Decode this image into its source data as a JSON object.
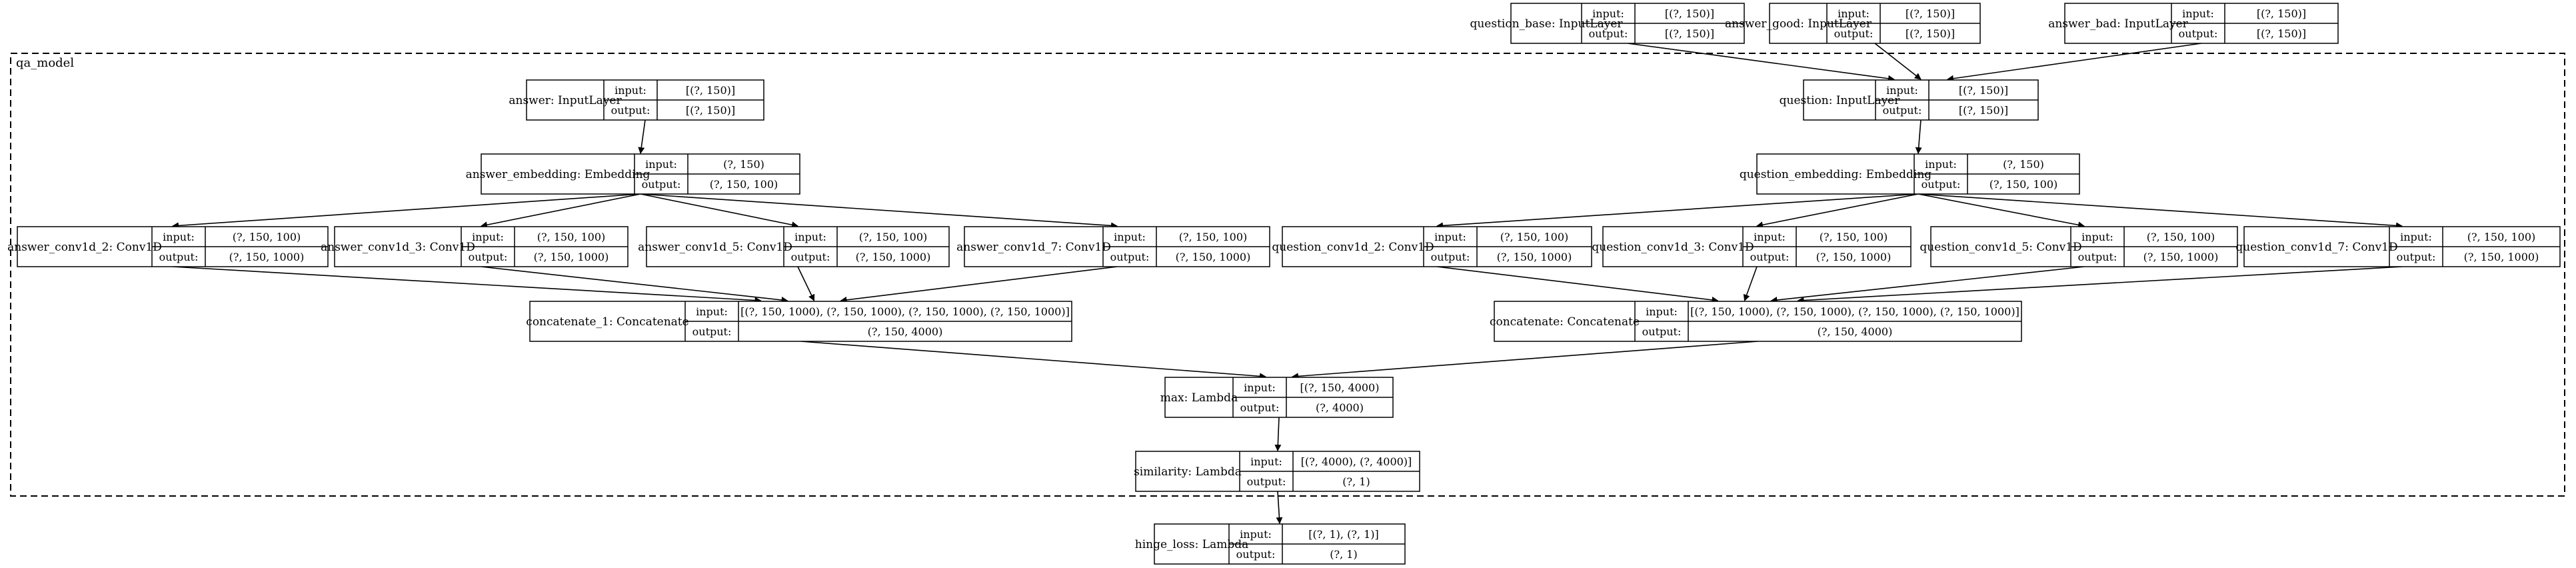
{
  "cluster": {
    "label": "qa_model"
  },
  "labels": {
    "input": "input:",
    "output": "output:"
  },
  "nodes": [
    {
      "id": "question_base",
      "name": "question_base: InputLayer",
      "input": "[(?, 150)]",
      "output": "[(?, 150)]"
    },
    {
      "id": "answer_good",
      "name": "answer_good: InputLayer",
      "input": "[(?, 150)]",
      "output": "[(?, 150)]"
    },
    {
      "id": "answer_bad",
      "name": "answer_bad: InputLayer",
      "input": "[(?, 150)]",
      "output": "[(?, 150)]"
    },
    {
      "id": "answer",
      "name": "answer: InputLayer",
      "input": "[(?, 150)]",
      "output": "[(?, 150)]"
    },
    {
      "id": "question",
      "name": "question: InputLayer",
      "input": "[(?, 150)]",
      "output": "[(?, 150)]"
    },
    {
      "id": "answer_embedding",
      "name": "answer_embedding: Embedding",
      "input": "(?, 150)",
      "output": "(?, 150, 100)"
    },
    {
      "id": "question_embedding",
      "name": "question_embedding: Embedding",
      "input": "(?, 150)",
      "output": "(?, 150, 100)"
    },
    {
      "id": "answer_conv1d_2",
      "name": "answer_conv1d_2: Conv1D",
      "input": "(?, 150, 100)",
      "output": "(?, 150, 1000)"
    },
    {
      "id": "answer_conv1d_3",
      "name": "answer_conv1d_3: Conv1D",
      "input": "(?, 150, 100)",
      "output": "(?, 150, 1000)"
    },
    {
      "id": "answer_conv1d_5",
      "name": "answer_conv1d_5: Conv1D",
      "input": "(?, 150, 100)",
      "output": "(?, 150, 1000)"
    },
    {
      "id": "answer_conv1d_7",
      "name": "answer_conv1d_7: Conv1D",
      "input": "(?, 150, 100)",
      "output": "(?, 150, 1000)"
    },
    {
      "id": "question_conv1d_2",
      "name": "question_conv1d_2: Conv1D",
      "input": "(?, 150, 100)",
      "output": "(?, 150, 1000)"
    },
    {
      "id": "question_conv1d_3",
      "name": "question_conv1d_3: Conv1D",
      "input": "(?, 150, 100)",
      "output": "(?, 150, 1000)"
    },
    {
      "id": "question_conv1d_5",
      "name": "question_conv1d_5: Conv1D",
      "input": "(?, 150, 100)",
      "output": "(?, 150, 1000)"
    },
    {
      "id": "question_conv1d_7",
      "name": "question_conv1d_7: Conv1D",
      "input": "(?, 150, 100)",
      "output": "(?, 150, 1000)"
    },
    {
      "id": "concatenate_1",
      "name": "concatenate_1: Concatenate",
      "input": "[(?, 150, 1000), (?, 150, 1000), (?, 150, 1000), (?, 150, 1000)]",
      "output": "(?, 150, 4000)"
    },
    {
      "id": "concatenate",
      "name": "concatenate: Concatenate",
      "input": "[(?, 150, 1000), (?, 150, 1000), (?, 150, 1000), (?, 150, 1000)]",
      "output": "(?, 150, 4000)"
    },
    {
      "id": "max",
      "name": "max: Lambda",
      "input": "[(?, 150, 4000)",
      "output": "(?, 4000)"
    },
    {
      "id": "similarity",
      "name": "similarity: Lambda",
      "input": "[(?, 4000), (?, 4000)]",
      "output": "(?, 1)"
    },
    {
      "id": "hinge_loss",
      "name": "hinge_loss: Lambda",
      "input": "[(?, 1), (?, 1)]",
      "output": "(?, 1)"
    }
  ],
  "edges": [
    [
      "question_base",
      "question"
    ],
    [
      "answer_good",
      "question"
    ],
    [
      "answer_bad",
      "question"
    ],
    [
      "answer",
      "answer_embedding"
    ],
    [
      "question",
      "question_embedding"
    ],
    [
      "answer_embedding",
      "answer_conv1d_2"
    ],
    [
      "answer_embedding",
      "answer_conv1d_3"
    ],
    [
      "answer_embedding",
      "answer_conv1d_5"
    ],
    [
      "answer_embedding",
      "answer_conv1d_7"
    ],
    [
      "question_embedding",
      "question_conv1d_2"
    ],
    [
      "question_embedding",
      "question_conv1d_3"
    ],
    [
      "question_embedding",
      "question_conv1d_5"
    ],
    [
      "question_embedding",
      "question_conv1d_7"
    ],
    [
      "answer_conv1d_2",
      "concatenate_1"
    ],
    [
      "answer_conv1d_3",
      "concatenate_1"
    ],
    [
      "answer_conv1d_5",
      "concatenate_1"
    ],
    [
      "answer_conv1d_7",
      "concatenate_1"
    ],
    [
      "question_conv1d_2",
      "concatenate"
    ],
    [
      "question_conv1d_3",
      "concatenate"
    ],
    [
      "question_conv1d_5",
      "concatenate"
    ],
    [
      "question_conv1d_7",
      "concatenate"
    ],
    [
      "concatenate_1",
      "max"
    ],
    [
      "concatenate",
      "max"
    ],
    [
      "max",
      "similarity"
    ],
    [
      "similarity",
      "hinge_loss"
    ]
  ]
}
